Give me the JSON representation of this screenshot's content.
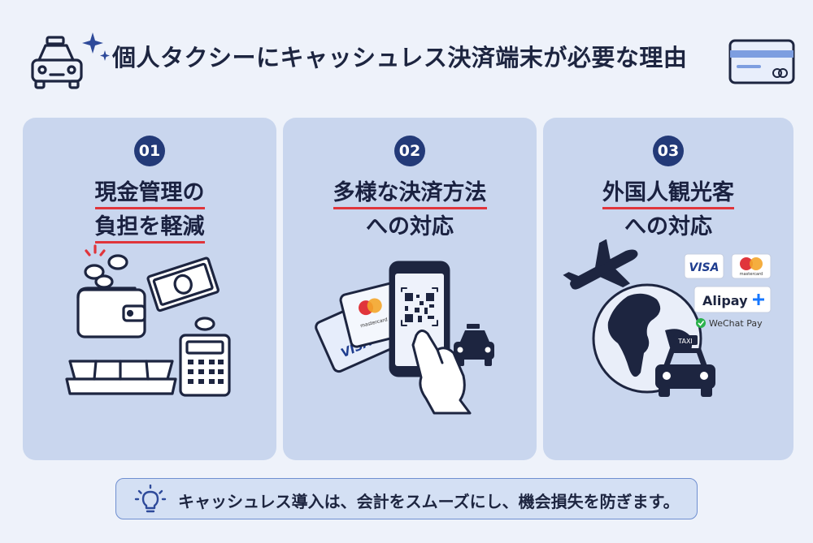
{
  "title": "個人タクシーにキャッシュレス決済端末が必要な理由",
  "cards": [
    {
      "number": "01",
      "title_line1": "現金管理の",
      "title_line2": "負担を軽減"
    },
    {
      "number": "02",
      "title_line1": "多様な決済方法",
      "title_line2": "への対応"
    },
    {
      "number": "03",
      "title_line1": "外国人観光客",
      "title_line2": "への対応"
    }
  ],
  "payment_brands": {
    "visa": "VISA",
    "mastercard": "mastercard",
    "alipay": "Alipay",
    "wechat": "WeChat Pay",
    "taxi_sign": "TAXI"
  },
  "footer": {
    "text": "キャッシュレス導入は、会計をスムーズにし、機会損失を防ぎます。"
  },
  "colors": {
    "navy": "#233a78",
    "underline_red": "#e0353b",
    "card_bg": "#c9d6ee",
    "background": "#eef2fa"
  },
  "icons": [
    "taxi-icon",
    "sparkle-icon",
    "credit-card-icon",
    "wallet-icon",
    "coins-icon",
    "banknote-icon",
    "cash-tray-icon",
    "calculator-icon",
    "smartphone-qr-icon",
    "hand-icon",
    "globe-icon",
    "airplane-icon",
    "lightbulb-icon"
  ]
}
